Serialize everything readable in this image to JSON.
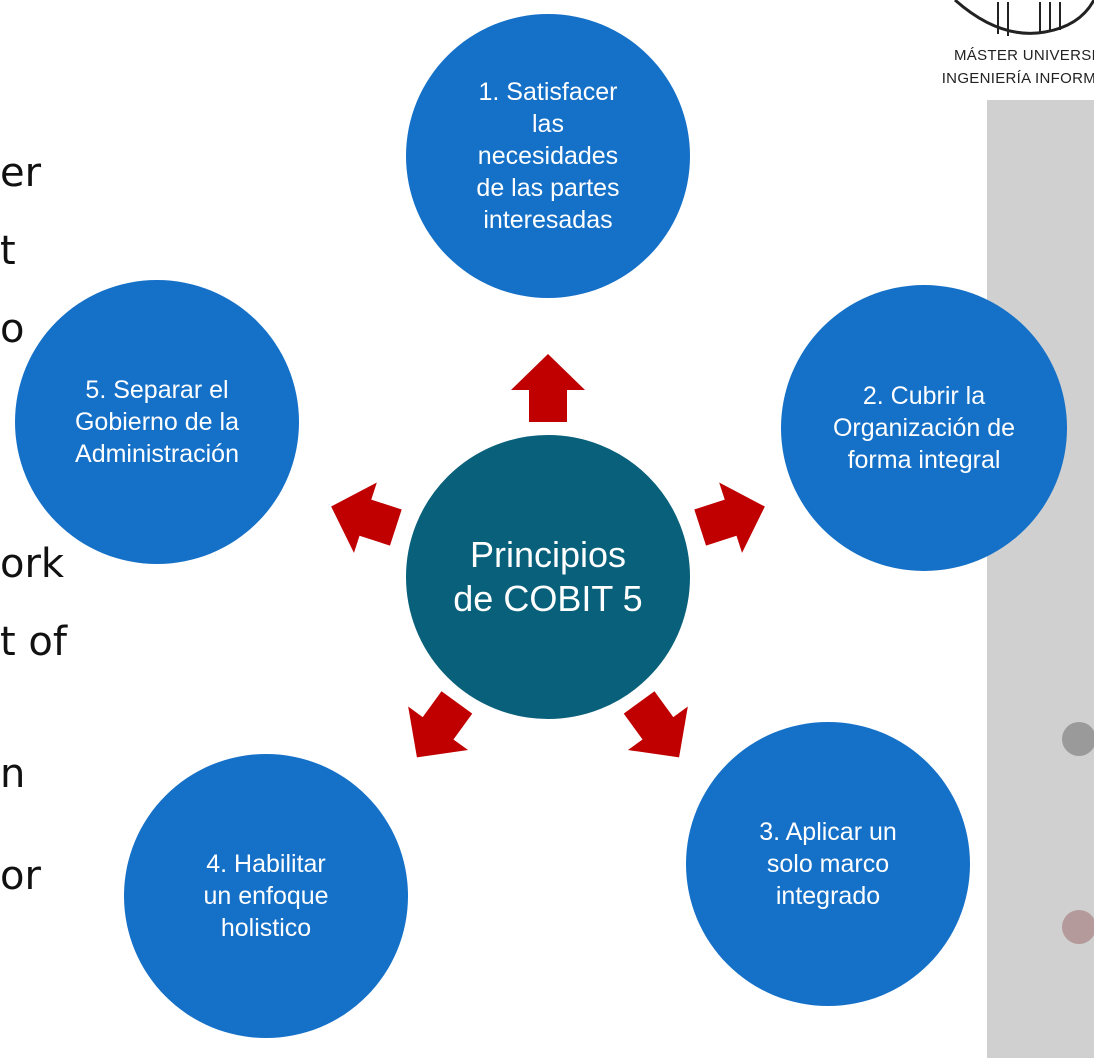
{
  "background_text": [
    "er",
    "t",
    "o",
    "ork",
    "t of",
    "n",
    "or"
  ],
  "logo": {
    "line1": "MÁSTER UNIVERSI",
    "line2": "INGENIERÍA INFORM"
  },
  "diagram": {
    "center": {
      "label": "Principios\nde COBIT 5",
      "color": "#08607a"
    },
    "principles": [
      {
        "label": "1. Satisfacer\nlas\nnecesidades\nde las partes\ninteresadas"
      },
      {
        "label": "2. Cubrir la\nOrganización de\nforma integral"
      },
      {
        "label": "3. Aplicar un\nsolo marco\nintegrado"
      },
      {
        "label": "4. Habilitar\nun enfoque\nholistico"
      },
      {
        "label": "5. Separar el\nGobierno de la\nAdministración"
      }
    ],
    "node_color": "#1570c8",
    "arrow_color": "#c00000"
  }
}
